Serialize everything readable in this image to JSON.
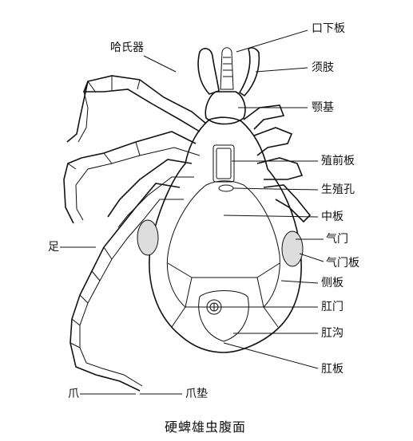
{
  "labels": {
    "hypostome": "口下板",
    "palp": "须肢",
    "basis_capituli": "颚基",
    "pregenital_plate": "殖前板",
    "genital_pore": "生殖孔",
    "median_plate": "中板",
    "spiracle": "气门",
    "spiracular_plate": "气门板",
    "lateral_plate": "侧板",
    "anus": "肛门",
    "anal_groove": "肛沟",
    "anal_plate": "肛板",
    "hallers_organ": "哈氏器",
    "leg": "足",
    "claw": "爪",
    "pulvillus": "爪垫"
  },
  "caption": "硬蜱雄虫腹面"
}
